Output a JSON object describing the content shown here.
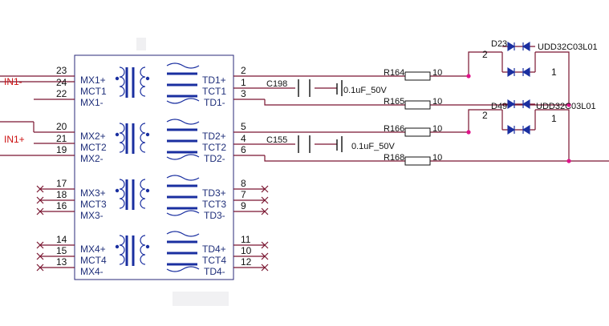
{
  "nets": {
    "in_minus": "IN1-",
    "in_plus": "IN1+"
  },
  "transformer": {
    "left_pins": [
      {
        "num": "23",
        "name": "MX1+"
      },
      {
        "num": "24",
        "name": "MCT1"
      },
      {
        "num": "22",
        "name": "MX1-"
      },
      {
        "num": "20",
        "name": "MX2+"
      },
      {
        "num": "21",
        "name": "MCT2"
      },
      {
        "num": "19",
        "name": "MX2-"
      },
      {
        "num": "17",
        "name": "MX3+"
      },
      {
        "num": "18",
        "name": "MCT3"
      },
      {
        "num": "16",
        "name": "MX3-"
      },
      {
        "num": "14",
        "name": "MX4+"
      },
      {
        "num": "15",
        "name": "MCT4"
      },
      {
        "num": "13",
        "name": "MX4-"
      }
    ],
    "right_pins": [
      {
        "num": "2",
        "name": "TD1+"
      },
      {
        "num": "1",
        "name": "TCT1"
      },
      {
        "num": "3",
        "name": "TD1-"
      },
      {
        "num": "5",
        "name": "TD2+"
      },
      {
        "num": "4",
        "name": "TCT2"
      },
      {
        "num": "6",
        "name": "TD2-"
      },
      {
        "num": "8",
        "name": "TD3+"
      },
      {
        "num": "7",
        "name": "TCT3"
      },
      {
        "num": "9",
        "name": "TD3-"
      },
      {
        "num": "11",
        "name": "TD4+"
      },
      {
        "num": "10",
        "name": "TCT4"
      },
      {
        "num": "12",
        "name": "TD4-"
      }
    ]
  },
  "capacitors": [
    {
      "ref": "C198",
      "value": "0.1uF_50V"
    },
    {
      "ref": "C155",
      "value": "0.1uF_50V"
    }
  ],
  "resistors": [
    {
      "ref": "R164",
      "value": "10"
    },
    {
      "ref": "R165",
      "value": "10"
    },
    {
      "ref": "R166",
      "value": "10"
    },
    {
      "ref": "R168",
      "value": "10"
    }
  ],
  "diodes": [
    {
      "ref": "D23",
      "part": "UDD32C03L01",
      "pin_left": "2",
      "pin_right": "1"
    },
    {
      "ref": "D49",
      "part": "UDD32C03L01",
      "pin_left": "2",
      "pin_right": "1"
    }
  ]
}
